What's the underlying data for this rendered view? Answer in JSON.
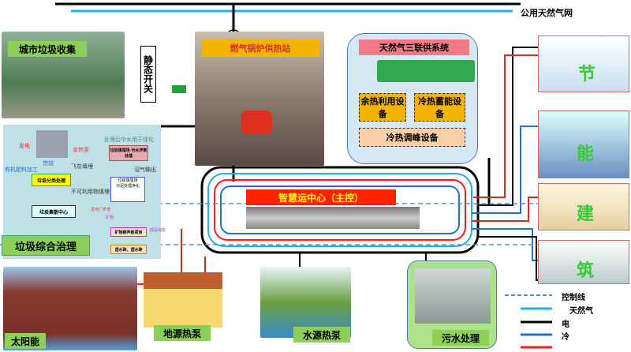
{
  "top": {
    "gas_grid": "公用天然气网",
    "static_switch": "静态开关"
  },
  "boiler": {
    "title": "燃气锅炉供热站"
  },
  "cchp": {
    "title": "天然气三联供系统",
    "waste_heat": "余热利用设备",
    "cold_storage": "冷热蓄能设备",
    "peak": "冷热调峰设备"
  },
  "center": {
    "title": "智慧运中心（主控）"
  },
  "waste": {
    "title": "城市垃圾收集",
    "mgmt": "垃圾综合治理",
    "labels": {
      "power": "发电",
      "burn": "焚烧",
      "residue": "余热汞",
      "ash": "飞灰填埋",
      "reuse": "处理后中水用于绿化",
      "landfill1": "垃圾填埋场 污水厌氧处理",
      "biogas": "沼气输出",
      "fertilizer": "有机肥料加工",
      "sort": "垃圾分类处理",
      "nonuse": "不可利用物填埋",
      "landfill2": "垃圾填埋场",
      "sludge": "污泥处理净化",
      "hub": "垃圾集散中心",
      "slag": "发电厂炉渣",
      "mineral": "矿物",
      "board": "矿物棉声板项目",
      "sale": "成品销售",
      "brick": "透水砖、透水砖"
    }
  },
  "bottom": {
    "solar": "太阳能",
    "ground": "地源热泵",
    "water": "水源热泵",
    "sewage": "污水处理"
  },
  "buildings": {
    "chars": [
      "节",
      "能",
      "建",
      "筑"
    ]
  },
  "legend": [
    {
      "label": "控制线",
      "color": "#5b8fd0"
    },
    {
      "label": "天然气",
      "color": "#1fb0f0"
    },
    {
      "label": "电",
      "color": "#000000"
    },
    {
      "label": "冷",
      "color": "#1e73d0"
    },
    {
      "label": "",
      "color": "#ff1a1a"
    }
  ],
  "colors": {
    "gas": "#1fb0f0",
    "power": "#000000",
    "cold": "#1e73d0",
    "heat": "#ff1a1a",
    "control": "#5b8fd0"
  }
}
